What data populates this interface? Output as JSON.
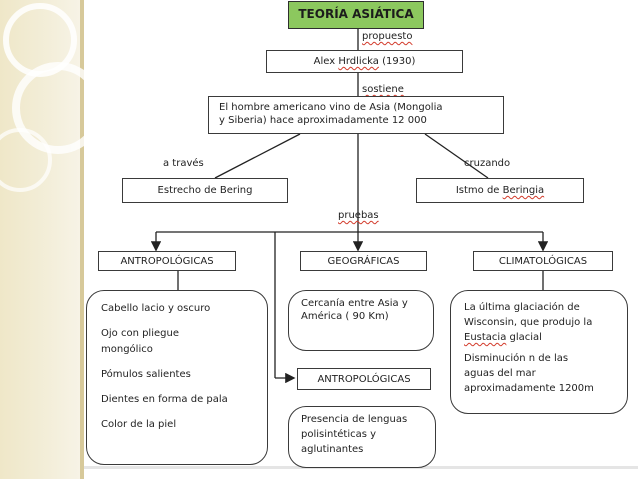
{
  "title": "TEORÍA ASIÁTICA",
  "labels": {
    "propuesto": "propuesto",
    "sostiene": "sostiene",
    "a_traves": "a través",
    "cruzando": "cruzando",
    "pruebas": "pruebas"
  },
  "author_prefix": "Alex ",
  "author_name": "Hrdlicka",
  "author_year": " (1930)",
  "claim_line1": "El hombre americano vino de Asia (Mongolia",
  "claim_line2": "y Siberia) hace aproximadamente 12 000",
  "route_left": "Estrecho de Bering",
  "route_right_prefix": "Istmo de ",
  "route_right_name": "Beringia",
  "categories": {
    "antropologicas": "ANTROPOLÓGICAS",
    "geograficas": "GEOGRÁFICAS",
    "climatologicas": "CLIMATOLÓGICAS",
    "antropologicas_2": "ANTROPOLÓGICAS"
  },
  "antropologicas_items": [
    "Cabello lacio y oscuro",
    "Ojo con pliegue",
    "mongólico",
    "Pómulos salientes",
    "Dientes en forma de pala",
    "Color de la piel"
  ],
  "geograficas_line1": "Cercanía entre Asia y",
  "geograficas_line2": "América ( 90 Km)",
  "climatologicas_line1": "La última glaciación de",
  "climatologicas_line2": "Wisconsin, que produjo la",
  "climatologicas_line3_a": "Eustacia",
  "climatologicas_line3_b": " glacial",
  "climatologicas_line4": "Disminución n de las",
  "climatologicas_line5": "aguas del mar",
  "climatologicas_line6": "aproximadamente 1200m",
  "lenguas_line1": "Presencia  de lenguas",
  "lenguas_line2": "polisintéticas y",
  "lenguas_line3": "aglutinantes",
  "colors": {
    "title_fill": "#8cc85e",
    "band": "#efe7c8",
    "squiggle": "#d23a2a"
  }
}
